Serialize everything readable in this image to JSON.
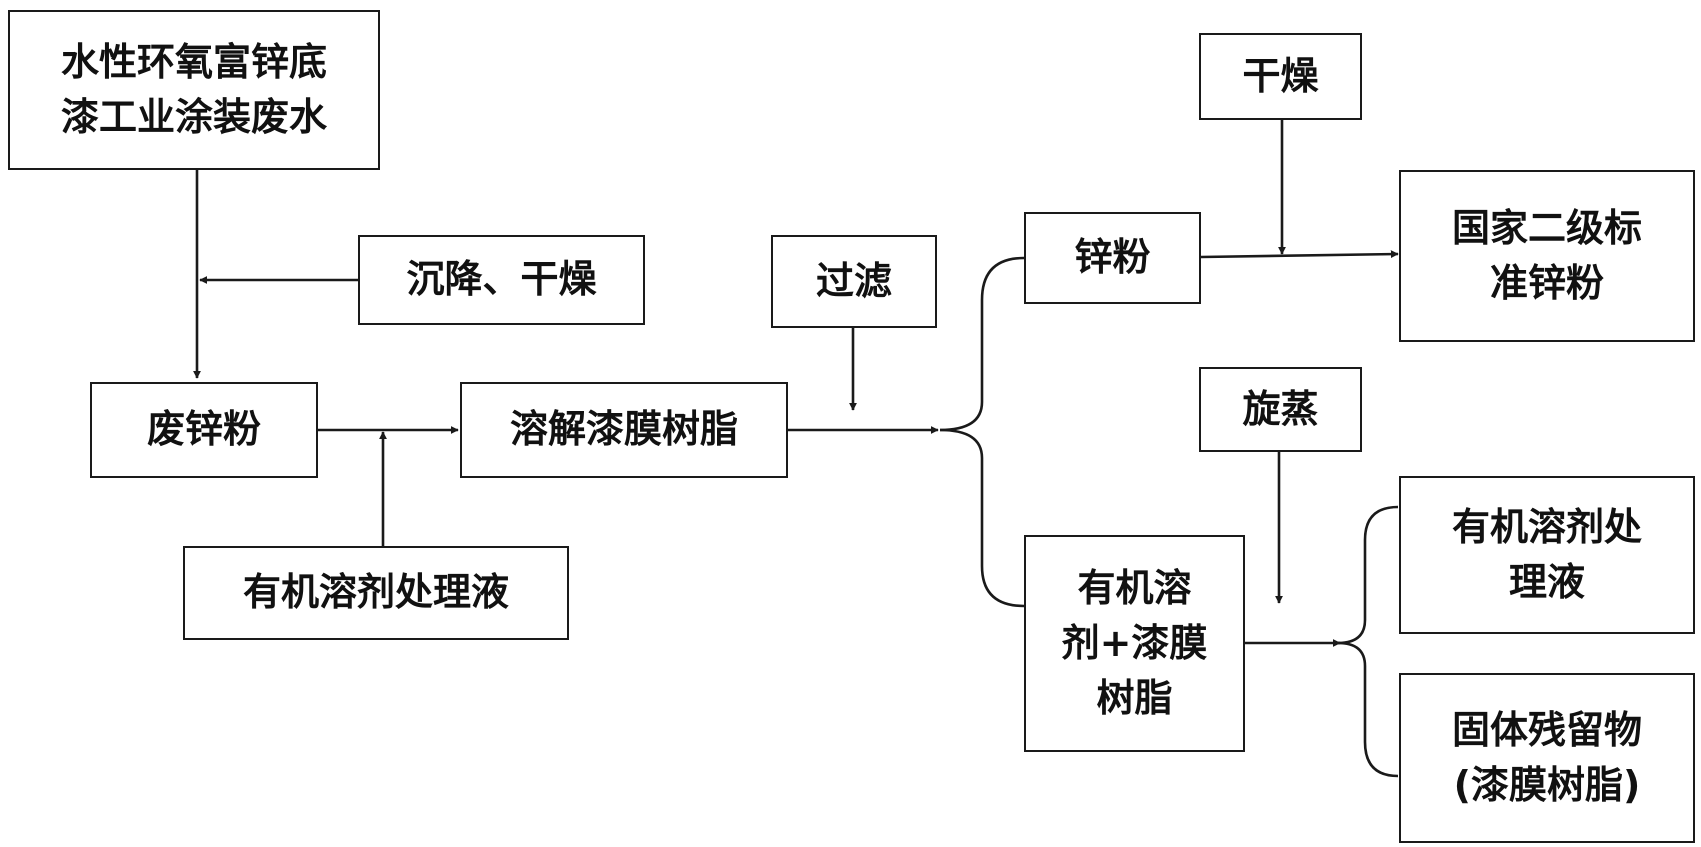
{
  "nodes": {
    "wastewater": "水性环氧富锌底\n漆工业涂装废水",
    "settle_dry": "沉降、干燥",
    "waste_zinc": "废锌粉",
    "dissolve": "溶解漆膜树脂",
    "solvent_in": "有机溶剂处理液",
    "filter": "过滤",
    "zinc_powder": "锌粉",
    "dry": "干燥",
    "standard_zinc": "国家二级标\n准锌粉",
    "rotary_evap": "旋蒸",
    "solvent_resin": "有机溶\n剂+漆膜\n树脂",
    "solvent_out": "有机溶剂处\n理液",
    "solid_residue": "固体残留物\n(漆膜树脂)"
  }
}
